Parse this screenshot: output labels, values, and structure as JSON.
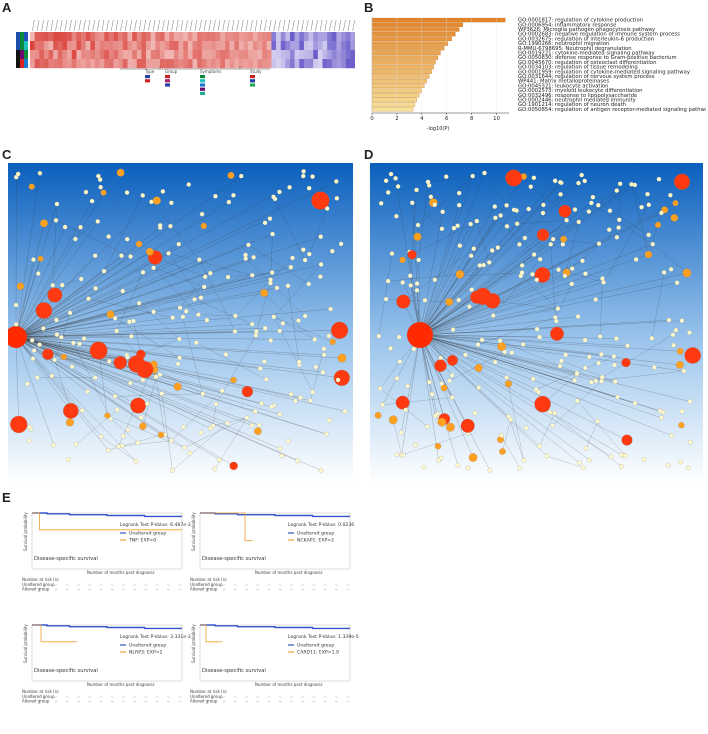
{
  "panels": {
    "a": "A",
    "b": "B",
    "c": "C",
    "d": "D",
    "e": "E"
  },
  "chart_data": [
    {
      "type": "heatmap",
      "panel": "A",
      "title": "",
      "columns": 70,
      "legend": [
        "Type",
        "Group",
        "Symptoms",
        "Study"
      ],
      "colors": {
        "high": "#d62f27",
        "mid": "#ffffff",
        "low": "#5b4bc4"
      }
    },
    {
      "type": "bar",
      "panel": "B",
      "orientation": "horizontal",
      "xlabel": "-log10(P)",
      "xticks": [
        0,
        2,
        4,
        6,
        8,
        10
      ],
      "xlim": [
        0,
        11
      ],
      "categories": [
        "GO:0001817: regulation of cytokine production",
        "GO:0006954: inflammatory response",
        "WP3626: Microglia pathogen phagocytosis pathway",
        "GO:0002683: negative regulation of immune system process",
        "GO:0032675: regulation of interleukin-6 production",
        "GO:1990266: neutrophil migration",
        "R-MMU-6798695: Neutrophil degranulation",
        "GO:0019221: cytokine-mediated signaling pathway",
        "GO:0050830: defense response to Gram-positive bacterium",
        "GO:0045670: regulation of osteoclast differentiation",
        "GO:0034103: regulation of tissue remodeling",
        "GO:0001959: regulation of cytokine-mediated signaling pathway",
        "GO:0031644: regulation of nervous system process",
        "WP441: Matrix metalloproteinases",
        "GO:0045321: leukocyte activation",
        "GO:0002573: myeloid leukocyte differentiation",
        "GO:0032496: response to lipopolysaccharide",
        "GO:0002446: neutrophil mediated immunity",
        "GO:1901214: regulation of neuron death",
        "GO:0050854: regulation of antigen receptor-mediated signaling pathway"
      ],
      "values": [
        10.7,
        7.3,
        7.0,
        6.7,
        6.4,
        6.1,
        5.8,
        5.5,
        5.3,
        5.1,
        4.95,
        4.8,
        4.6,
        4.4,
        4.2,
        4.0,
        3.8,
        3.6,
        3.45,
        3.3
      ]
    },
    {
      "type": "network",
      "panel": "C",
      "colors": {
        "background_top": "#0a5fbd",
        "background_bottom": "#ffffff",
        "hub": "#ff2a00",
        "mid": "#ffa500",
        "leaf": "#ffffd0"
      }
    },
    {
      "type": "network",
      "panel": "D",
      "colors": {
        "background_top": "#0a5fbd",
        "background_bottom": "#ffffff",
        "hub": "#ff2a00",
        "mid": "#ffa500",
        "leaf": "#ffffd0"
      }
    },
    {
      "type": "line",
      "panel": "E",
      "subtitle": "Disease-specific survival",
      "xlabel": "Number of months post diagnosis",
      "ylabel": "Survival probability",
      "risk_title": "Number at risk (n)",
      "groups": [
        "Unaltered group",
        "Altered group"
      ],
      "plots": [
        {
          "pvalue_text": "Logrank Test P-Value: 6.487e-3",
          "series": [
            {
              "name": "Unaltered group",
              "color": "#3355cc",
              "x": [
                0,
                20,
                50,
                100,
                150,
                200
              ],
              "y": [
                100,
                99,
                98,
                97,
                96,
                96
              ]
            },
            {
              "name": "TNF: EXP>0",
              "color": "#f0a030",
              "x": [
                0,
                5,
                10,
                60,
                200
              ],
              "y": [
                100,
                100,
                80,
                80,
                80
              ]
            }
          ]
        },
        {
          "pvalue_text": "Logrank Test P-Value: 0.0236",
          "series": [
            {
              "name": "Unaltered group",
              "color": "#3355cc",
              "x": [
                0,
                20,
                50,
                100,
                150,
                200
              ],
              "y": [
                100,
                99,
                98,
                97,
                96,
                96
              ]
            },
            {
              "name": "NCKAP1: EXP>2",
              "color": "#f0a030",
              "x": [
                0,
                55,
                60,
                70
              ],
              "y": [
                100,
                100,
                67,
                67
              ]
            }
          ]
        },
        {
          "pvalue_text": "Logrank Test P-Value: 3.331e-3",
          "series": [
            {
              "name": "Unaltered group",
              "color": "#3355cc",
              "x": [
                0,
                20,
                50,
                100,
                150,
                200
              ],
              "y": [
                100,
                99,
                98,
                97,
                96,
                96
              ]
            },
            {
              "name": "NLRP3: EXP>2",
              "color": "#f0a030",
              "x": [
                0,
                10,
                12,
                60
              ],
              "y": [
                100,
                100,
                80,
                80
              ]
            }
          ]
        },
        {
          "pvalue_text": "Logrank Test P-Value: 1.339e-5",
          "series": [
            {
              "name": "Unaltered group",
              "color": "#3355cc",
              "x": [
                0,
                20,
                50,
                100,
                150,
                200
              ],
              "y": [
                100,
                99,
                98,
                97,
                96,
                96
              ]
            },
            {
              "name": "CARD11: EXP>1.9",
              "color": "#f0a030",
              "x": [
                0,
                5,
                8,
                30
              ],
              "y": [
                100,
                100,
                80,
                80
              ]
            }
          ]
        }
      ]
    }
  ]
}
